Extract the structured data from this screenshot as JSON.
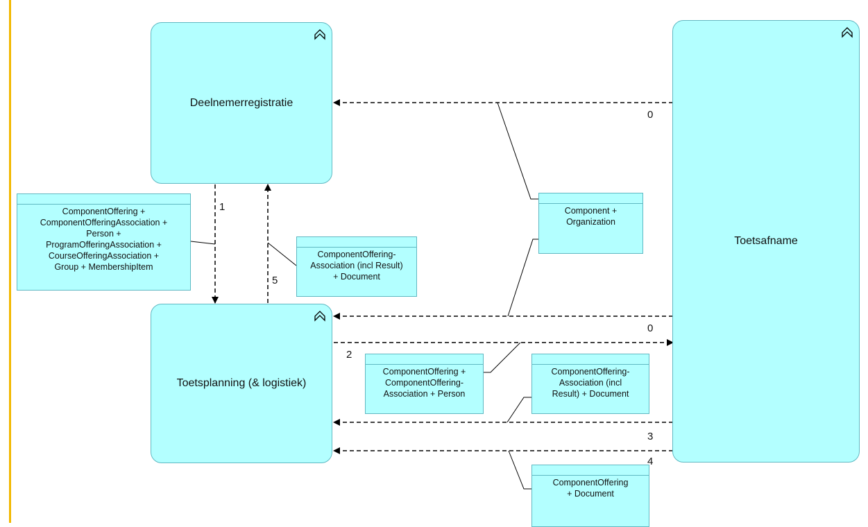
{
  "nodes": {
    "deelnemer": "Deelnemerregistratie",
    "toetsafname": "Toetsafname",
    "toetsplanning": "Toetsplanning (& logistiek)"
  },
  "notes": {
    "component_organization": "Component +\nOrganization",
    "flow1_payload": "ComponentOffering +\nComponentOfferingAssociation +\nPerson +\nProgramOfferingAssociation +\nCourseOfferingAssociation +\nGroup + MembershipItem",
    "flow5_payload": "ComponentOffering-\nAssociation (incl Result)\n+ Document",
    "flow2_payload": "ComponentOffering +\nComponentOffering-\nAssociation + Person",
    "flow3_payload": "ComponentOffering-\nAssociation (incl\nResult) + Document",
    "flow4_payload": "ComponentOffering\n+ Document"
  },
  "flow_numbers": {
    "top_0": "0",
    "mid_0": "0",
    "n1": "1",
    "n2": "2",
    "n3": "3",
    "n4": "4",
    "n5": "5"
  },
  "colors": {
    "node_fill": "#b3ffff",
    "node_border": "#5fb8c2",
    "accent": "#f2b800"
  },
  "icons": {
    "element_type": "application-component-chevron-icon"
  }
}
